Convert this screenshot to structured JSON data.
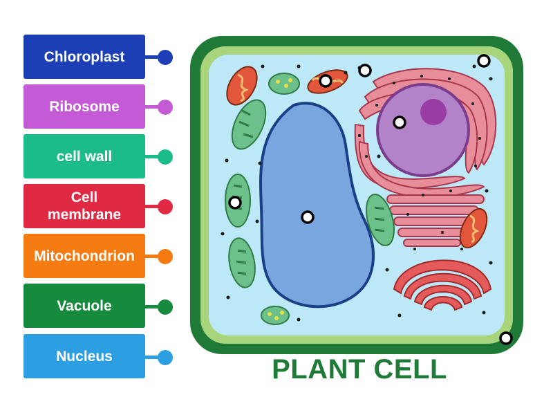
{
  "labels": [
    {
      "text": "Chloroplast",
      "color": "#1d3fb5"
    },
    {
      "text": "Ribosome",
      "color": "#c45ad6"
    },
    {
      "text": "cell wall",
      "color": "#1cbb8a"
    },
    {
      "text": "Cell\nmembrane",
      "color": "#e02a43"
    },
    {
      "text": "Mitochondrion",
      "color": "#f37b12"
    },
    {
      "text": "Vacuole",
      "color": "#168a3d"
    },
    {
      "text": "Nucleus",
      "color": "#2b9fe2"
    }
  ],
  "title": "PLANT CELL",
  "colors": {
    "cell_wall": "#1f7a37",
    "cell_membrane_band": "#a8d47c",
    "cytoplasm": "#bde8f7",
    "vacuole": "#7aa6df",
    "nucleus": "#b383c9",
    "nucleolus": "#9a3ca6",
    "er": "#e88e9a",
    "chloroplast": "#6cc08a",
    "mitochondrion": "#e2563b",
    "golgi": "#e55b5b",
    "title": "#1f7a37"
  }
}
